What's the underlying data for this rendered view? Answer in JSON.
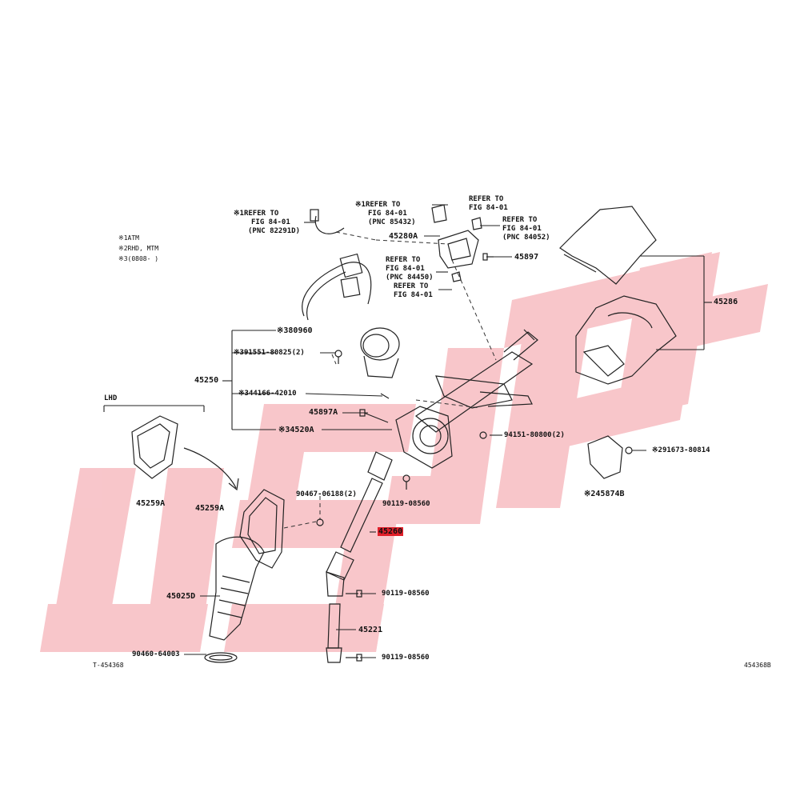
{
  "legend": {
    "items": [
      "※1ATM",
      "※2RHD, MTM",
      "※3(0808-      )"
    ]
  },
  "refs": {
    "ref1": [
      "※1REFER TO",
      "FIG 84-01",
      "(PNC 82291D)"
    ],
    "ref2": [
      "※1REFER TO",
      "FIG 84-01",
      "(PNC 85432)"
    ],
    "ref3": [
      "REFER TO",
      "FIG 84-01"
    ],
    "ref4": [
      "REFER TO",
      "FIG 84-01",
      "(PNC 84052)"
    ],
    "ref5": [
      "REFER TO",
      "FIG 84-01",
      "(PNC 84450)"
    ],
    "ref6": [
      "REFER TO",
      "FIG 84-01"
    ]
  },
  "parts": {
    "p45280A": "45280A",
    "p45897": "45897",
    "p380960": "※380960",
    "p391551": "※391551-80825(2)",
    "p45250": "45250",
    "p344166": "※344166-42010",
    "p45897A": "45897A",
    "p34520A": "※34520A",
    "p94151": "94151-80800(2)",
    "p45286": "45286",
    "p291673": "※291673-80814",
    "p245874B": "※245874B",
    "p45259A_1": "45259A",
    "p45259A_2": "45259A",
    "p90467": "90467-06188(2)",
    "p90119_1": "90119-08560",
    "p45260": "45260",
    "p90119_2": "90119-08560",
    "p45025D": "45025D",
    "p45221": "45221",
    "p90460": "90460-64003",
    "p90119_3": "90119-08560",
    "lhd": "LHD",
    "code_left": "T-454368",
    "code_right": "454368B"
  },
  "colors": {
    "line": "#222222",
    "highlight": "#e0202a",
    "watermark": "#f4a9b0"
  }
}
